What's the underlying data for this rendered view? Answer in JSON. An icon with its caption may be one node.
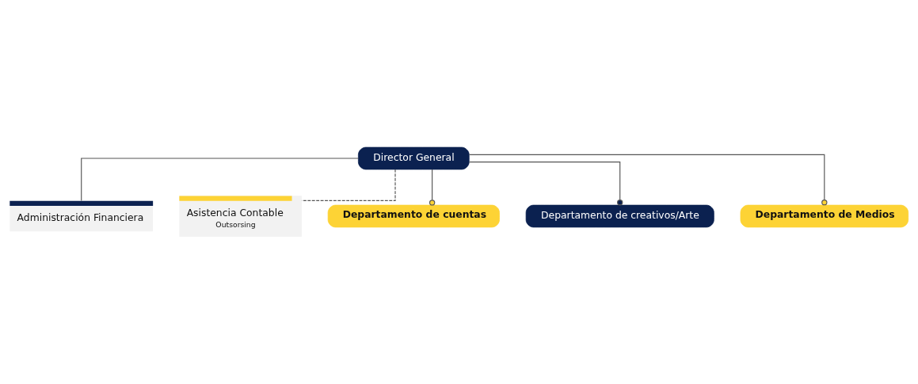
{
  "diagram": {
    "nodes": [
      {
        "text": [
          "Director General"
        ]
      },
      {
        "text": [
          "Administración Financiera"
        ]
      },
      {
        "text": [
          "Asistencia Contable",
          "Outsorsing"
        ]
      },
      {
        "text": [
          "Departamento de cuentas"
        ]
      },
      {
        "text": [
          "Departamento de creativos/Arte"
        ]
      },
      {
        "text": [
          "Departamento de Medios"
        ]
      }
    ],
    "edges": [
      {
        "from": 0,
        "to": 1,
        "arrow": "none"
      },
      {
        "from": 0,
        "to": 2,
        "arrow": "none",
        "style": "dashed"
      },
      {
        "from": 0,
        "to": 3,
        "arrow": "other"
      },
      {
        "from": 0,
        "to": 4,
        "arrow": "other"
      },
      {
        "from": 0,
        "to": 5,
        "arrow": "other"
      }
    ]
  }
}
